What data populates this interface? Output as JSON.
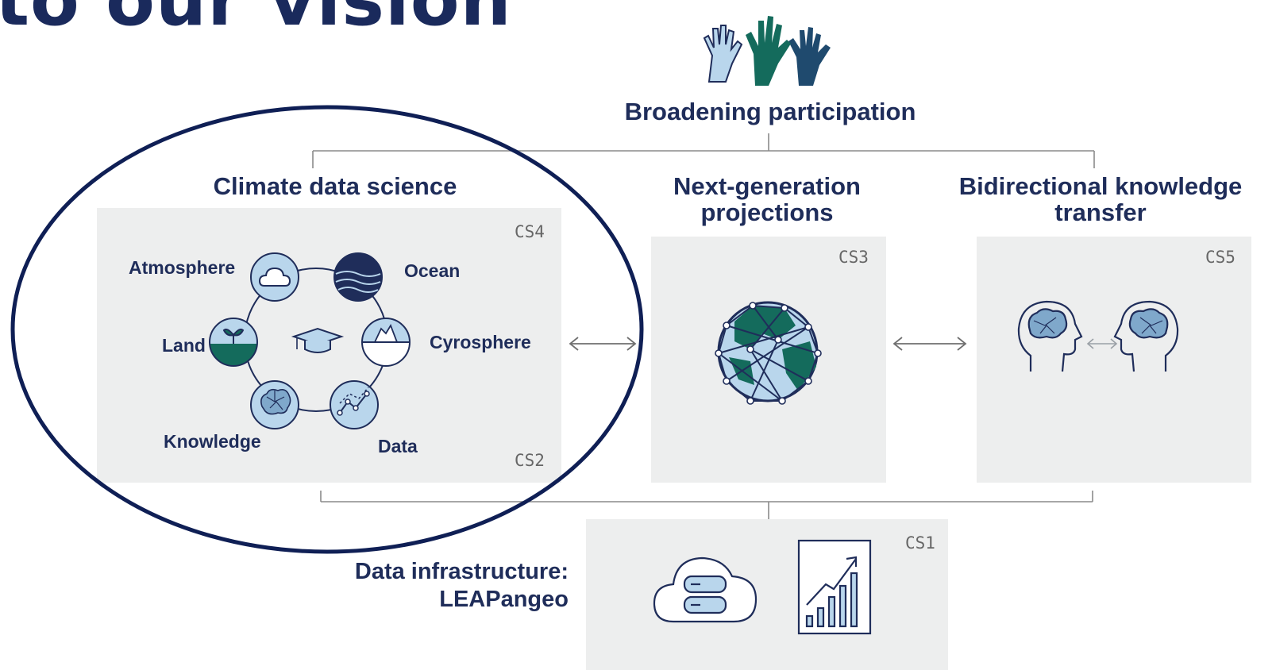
{
  "slide": {
    "title_fragment": "to our vision"
  },
  "diagram": {
    "top": {
      "label": "Broadening participation",
      "icon": "raised-hands-icon"
    },
    "pillars": [
      {
        "id": "climate",
        "title": "Climate data science",
        "codes": [
          "CS4",
          "CS2"
        ]
      },
      {
        "id": "projections",
        "title_lines": [
          "Next-generation",
          "projections"
        ],
        "code": "CS3"
      },
      {
        "id": "transfer",
        "title_lines": [
          "Bidirectional knowledge",
          "transfer"
        ],
        "code": "CS5"
      }
    ],
    "cycle_nodes": [
      "Atmosphere",
      "Ocean",
      "Land",
      "Cyrosphere",
      "Knowledge",
      "Data"
    ],
    "infrastructure": {
      "lines": [
        "Data infrastructure:",
        "LEAPangeo"
      ],
      "code": "CS1"
    },
    "colors": {
      "navy": "#1f2d5a",
      "teal": "#146b5c",
      "light_blue": "#b9d6ec",
      "panel_grey": "#edeeee",
      "ellipse_outline": "#0f1f55"
    }
  }
}
